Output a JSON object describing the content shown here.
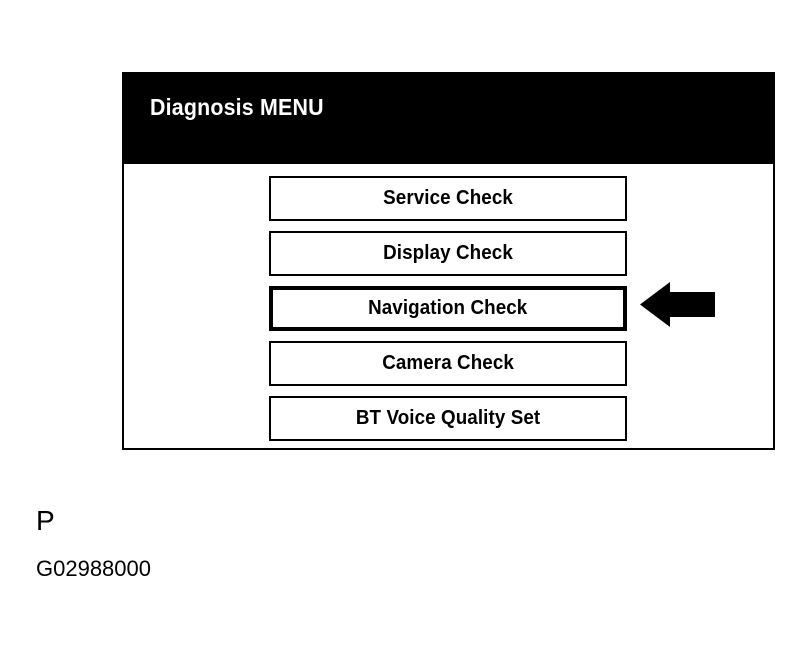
{
  "panel": {
    "header": {
      "title": "Diagnosis MENU",
      "background_color": "#000000",
      "text_color": "#ffffff"
    },
    "background_color": "#ffffff",
    "border_color": "#000000",
    "menu_items": [
      {
        "label": "Service Check",
        "selected": false
      },
      {
        "label": "Display Check",
        "selected": false
      },
      {
        "label": "Navigation Check",
        "selected": true
      },
      {
        "label": "Camera Check",
        "selected": false
      },
      {
        "label": "BT Voice Quality Set",
        "selected": false
      }
    ]
  },
  "annotation": {
    "arrow": {
      "icon": "arrow-left-icon",
      "direction": "left",
      "color": "#000000",
      "points_to": "Navigation Check"
    }
  },
  "captions": {
    "figure_letter": "P",
    "figure_code": "G02988000"
  }
}
